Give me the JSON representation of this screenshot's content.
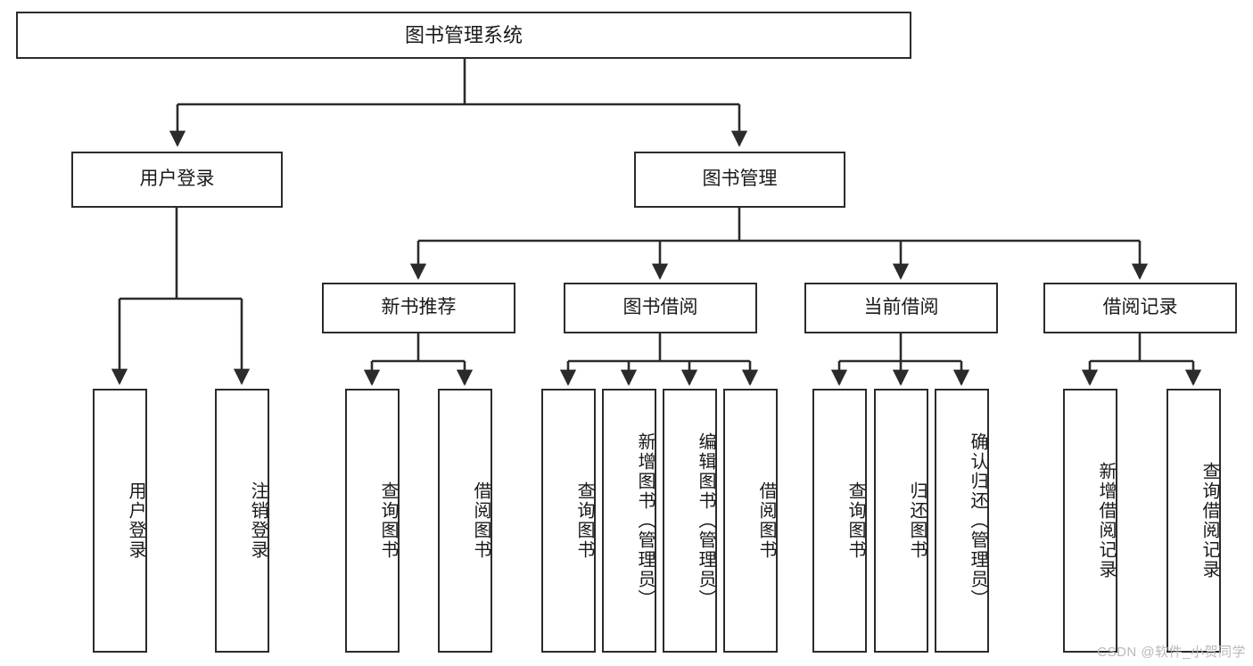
{
  "diagram": {
    "title": "图书管理系统",
    "type": "tree-hierarchy-chart",
    "watermark": "CSDN @软件_小贺同学",
    "colors": {
      "border": "#2b2b2b",
      "text": "#1a1a1a",
      "background": "#ffffff",
      "watermark": "#b9b9b9"
    },
    "nodes": {
      "root": {
        "label": "图书管理系统"
      },
      "level2": [
        {
          "id": "user-login",
          "label": "用户登录"
        },
        {
          "id": "book-manage",
          "label": "图书管理"
        }
      ],
      "level3": [
        {
          "id": "new-book-recommend",
          "label": "新书推荐"
        },
        {
          "id": "book-borrow",
          "label": "图书借阅"
        },
        {
          "id": "current-borrow",
          "label": "当前借阅"
        },
        {
          "id": "borrow-record",
          "label": "借阅记录"
        }
      ],
      "leaves": [
        {
          "id": "leaf-user-login",
          "label": "用户登录",
          "parent": "user-login"
        },
        {
          "id": "leaf-user-logout",
          "label": "注销登录",
          "parent": "user-login"
        },
        {
          "id": "leaf-query-book-1",
          "label": "查询图书",
          "parent": "new-book-recommend"
        },
        {
          "id": "leaf-borrow-book-1",
          "label": "借阅图书",
          "parent": "new-book-recommend"
        },
        {
          "id": "leaf-query-book-2",
          "label": "查询图书",
          "parent": "book-borrow"
        },
        {
          "id": "leaf-add-book",
          "label": "新增图书（管理员）",
          "parent": "book-borrow"
        },
        {
          "id": "leaf-edit-book",
          "label": "编辑图书（管理员）",
          "parent": "book-borrow"
        },
        {
          "id": "leaf-borrow-book-2",
          "label": "借阅图书",
          "parent": "book-borrow"
        },
        {
          "id": "leaf-query-book-3",
          "label": "查询图书",
          "parent": "current-borrow"
        },
        {
          "id": "leaf-return-book",
          "label": "归还图书",
          "parent": "current-borrow"
        },
        {
          "id": "leaf-confirm-return",
          "label": "确认归还（管理员）",
          "parent": "current-borrow"
        },
        {
          "id": "leaf-add-record",
          "label": "新增借阅记录",
          "parent": "borrow-record"
        },
        {
          "id": "leaf-query-record",
          "label": "查询借阅记录",
          "parent": "borrow-record"
        }
      ]
    }
  }
}
